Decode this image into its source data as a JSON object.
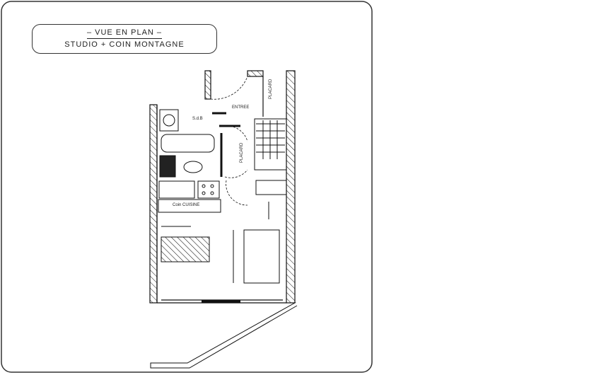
{
  "title": {
    "line1": "– VUE EN PLAN –",
    "line2": "STUDIO + COIN MONTAGNE"
  },
  "labels": {
    "entree": "ENTREE",
    "sdb": "S.d.B",
    "placard1": "PLACARD",
    "placard2": "PLACARD",
    "cuisine": "Coin CUISINE"
  },
  "colors": {
    "line": "#111111",
    "frame": "#333333"
  }
}
